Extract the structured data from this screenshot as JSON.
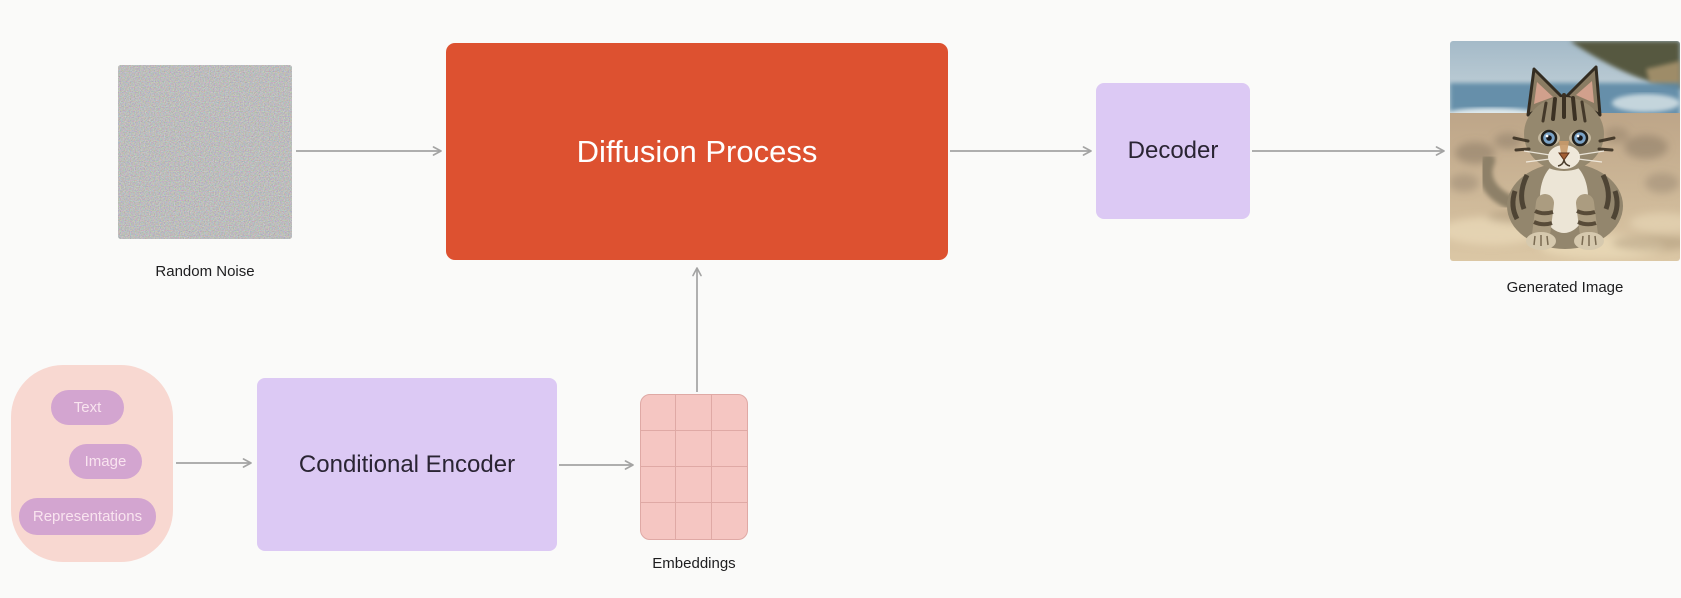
{
  "diagram": {
    "title_context": "Conditional diffusion model pipeline",
    "background_color": "#FAFAF9",
    "arrow_color": "#A3A3A3",
    "labels": {
      "random_noise": "Random Noise",
      "generated_image": "Generated Image",
      "embeddings": "Embeddings"
    },
    "nodes": {
      "diffusion_process": {
        "label": "Diffusion Process",
        "fill": "#DD5130",
        "text_color": "#FFFFFF"
      },
      "decoder": {
        "label": "Decoder",
        "fill": "#DCC9F4",
        "text_color": "#2A2433"
      },
      "conditional_encoder": {
        "label": "Conditional Encoder",
        "fill": "#DCC9F4",
        "text_color": "#2A2433"
      },
      "conditions_group": {
        "fill": "#F8D8D1",
        "pill_fill": "#D3A5D0",
        "pill_text_color": "#F6E0E8",
        "pills": [
          {
            "label": "Text"
          },
          {
            "label": "Image"
          },
          {
            "label": "Representations"
          }
        ]
      },
      "embeddings_grid": {
        "fill": "#F5C6C2",
        "line_color": "#DFA9A5",
        "columns": 3,
        "rows": 4
      },
      "random_noise_image": {
        "alt": "square of random RGB noise"
      },
      "generated_image": {
        "alt": "tabby kitten sitting on a sandy beach"
      }
    }
  }
}
